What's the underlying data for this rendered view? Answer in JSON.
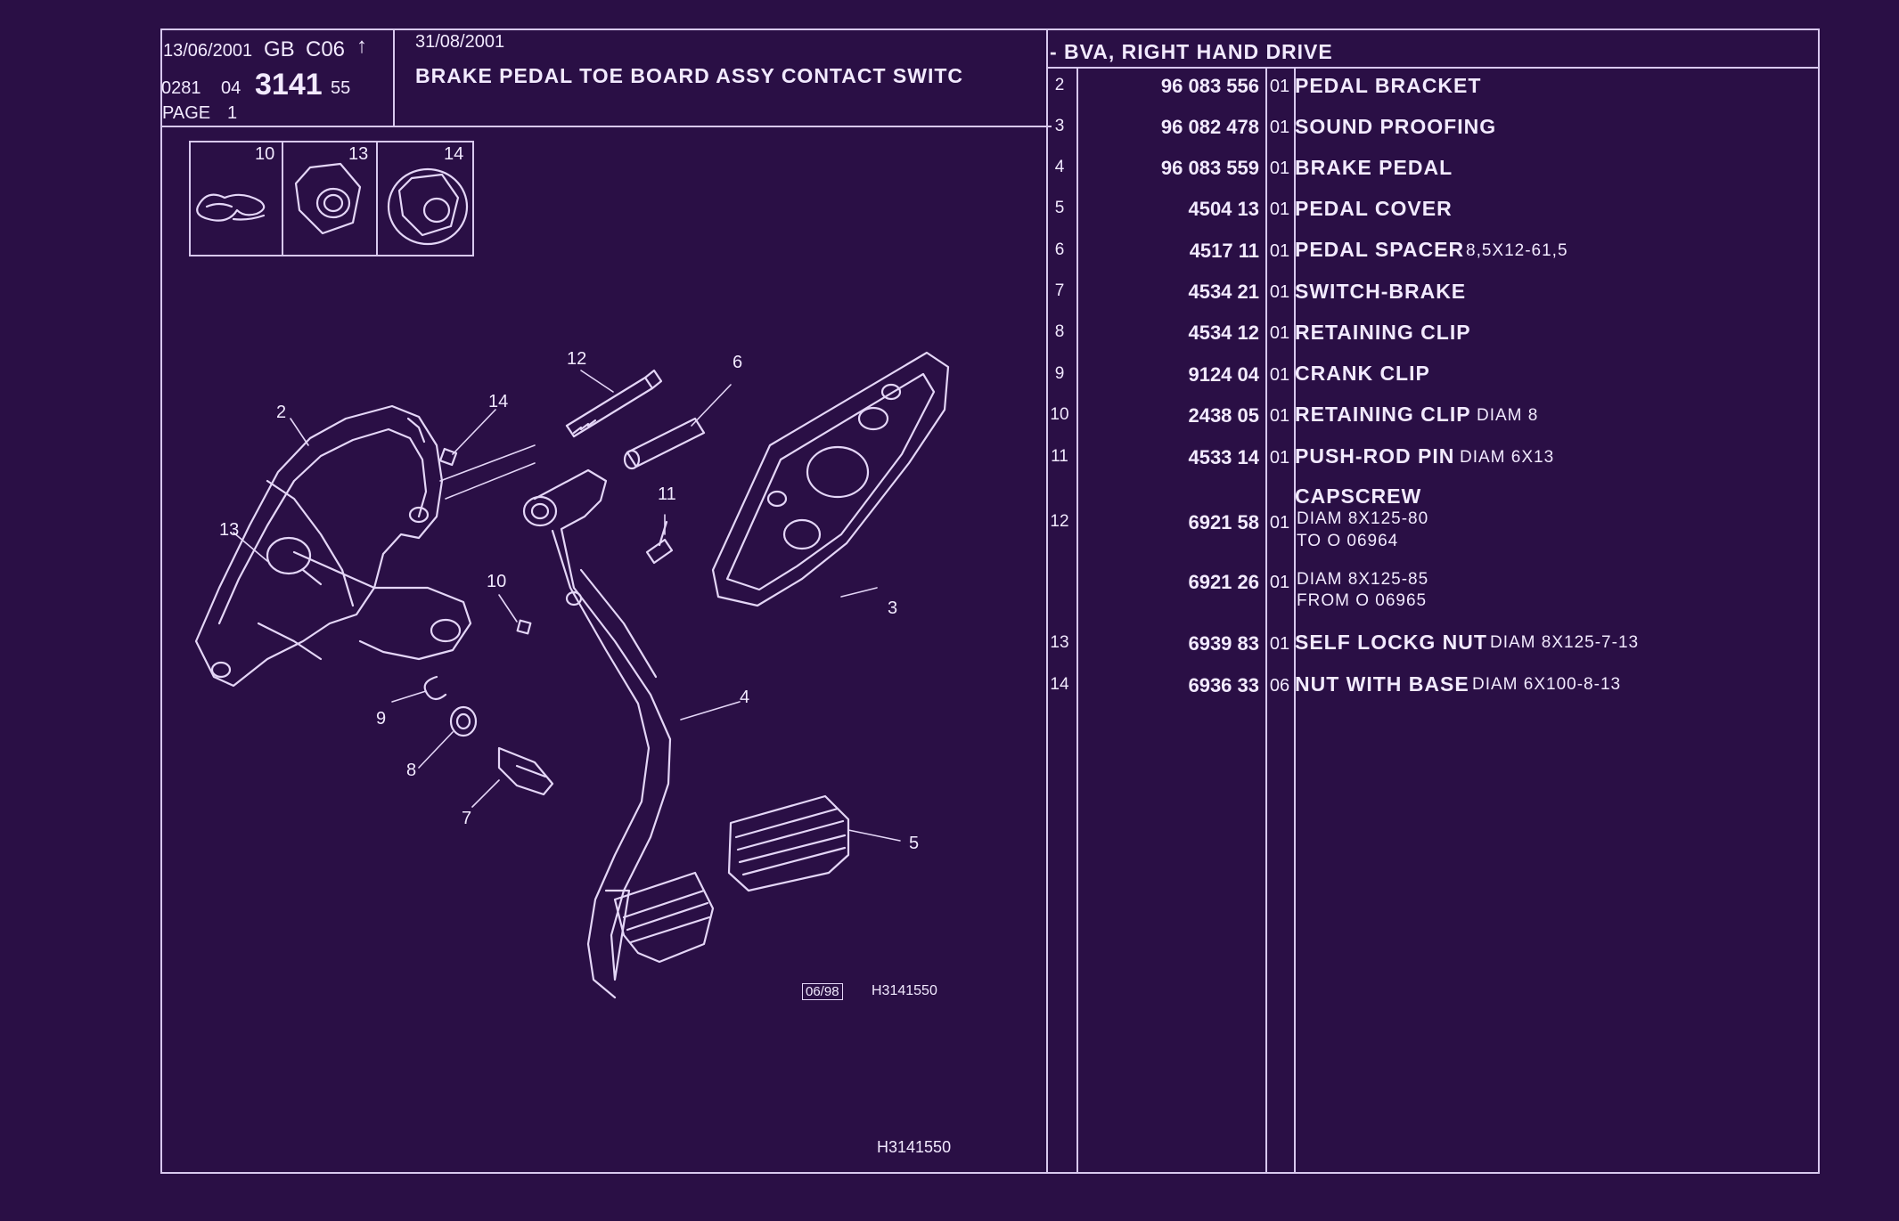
{
  "header": {
    "date_left": "13/06/2001",
    "lang": "GB",
    "code": "C06",
    "arrow": "↑",
    "ref_prefix": "0281",
    "ref_group": "04",
    "ref_main": "3141",
    "ref_suffix": "55",
    "page_label": "PAGE",
    "page_num": "1",
    "date_right": "31/08/2001",
    "title": "BRAKE PEDAL TOE BOARD ASSY CONTACT SWITC"
  },
  "parts_table": {
    "variant": "- BVA, RIGHT HAND DRIVE",
    "rows": [
      {
        "ref": "2",
        "part": "96 083 556",
        "qty": "01",
        "desc": "PEDAL BRACKET",
        "extra": ""
      },
      {
        "ref": "3",
        "part": "96 082 478",
        "qty": "01",
        "desc": "SOUND PROOFING",
        "extra": ""
      },
      {
        "ref": "4",
        "part": "96 083 559",
        "qty": "01",
        "desc": "BRAKE PEDAL",
        "extra": ""
      },
      {
        "ref": "5",
        "part": "4504 13",
        "qty": "01",
        "desc": "PEDAL COVER",
        "extra": ""
      },
      {
        "ref": "6",
        "part": "4517 11",
        "qty": "01",
        "desc": "PEDAL SPACER",
        "extra": "8,5X12-61,5"
      },
      {
        "ref": "7",
        "part": "4534 21",
        "qty": "01",
        "desc": "SWITCH-BRAKE",
        "extra": ""
      },
      {
        "ref": "8",
        "part": "4534 12",
        "qty": "01",
        "desc": "RETAINING CLIP",
        "extra": ""
      },
      {
        "ref": "9",
        "part": "9124 04",
        "qty": "01",
        "desc": "CRANK CLIP",
        "extra": ""
      },
      {
        "ref": "10",
        "part": "2438 05",
        "qty": "01",
        "desc": "RETAINING CLIP",
        "extra": "DIAM 8"
      },
      {
        "ref": "11",
        "part": "4533 14",
        "qty": "01",
        "desc": "PUSH-ROD PIN",
        "extra": "DIAM 6X13"
      },
      {
        "ref": "12",
        "part": "6921 58",
        "qty": "01",
        "desc": "CAPSCREW",
        "extra": "DIAM 8X125-80",
        "extra2": "TO  O  06964"
      },
      {
        "ref": "",
        "part": "6921 26",
        "qty": "01",
        "desc": "",
        "extra": "DIAM 8X125-85",
        "extra2": "FROM  O  06965"
      },
      {
        "ref": "13",
        "part": "6939 83",
        "qty": "01",
        "desc": "SELF LOCKG NUT",
        "extra": "DIAM 8X125-7-13"
      },
      {
        "ref": "14",
        "part": "6936 33",
        "qty": "06",
        "desc": "NUT WITH BASE",
        "extra": "DIAM 6X100-8-13"
      }
    ]
  },
  "diagram": {
    "detail_labels": [
      "10",
      "13",
      "14"
    ],
    "callouts": [
      "12",
      "6",
      "14",
      "2",
      "11",
      "13",
      "10",
      "3",
      "9",
      "4",
      "8",
      "7",
      "5"
    ],
    "stamp_date": "06/98",
    "drawing_ref": "H3141550",
    "footer_ref": "H3141550"
  },
  "colors": {
    "background": "#2a0f45",
    "lines": "#d8c8ee",
    "text": "#f2eaff"
  }
}
